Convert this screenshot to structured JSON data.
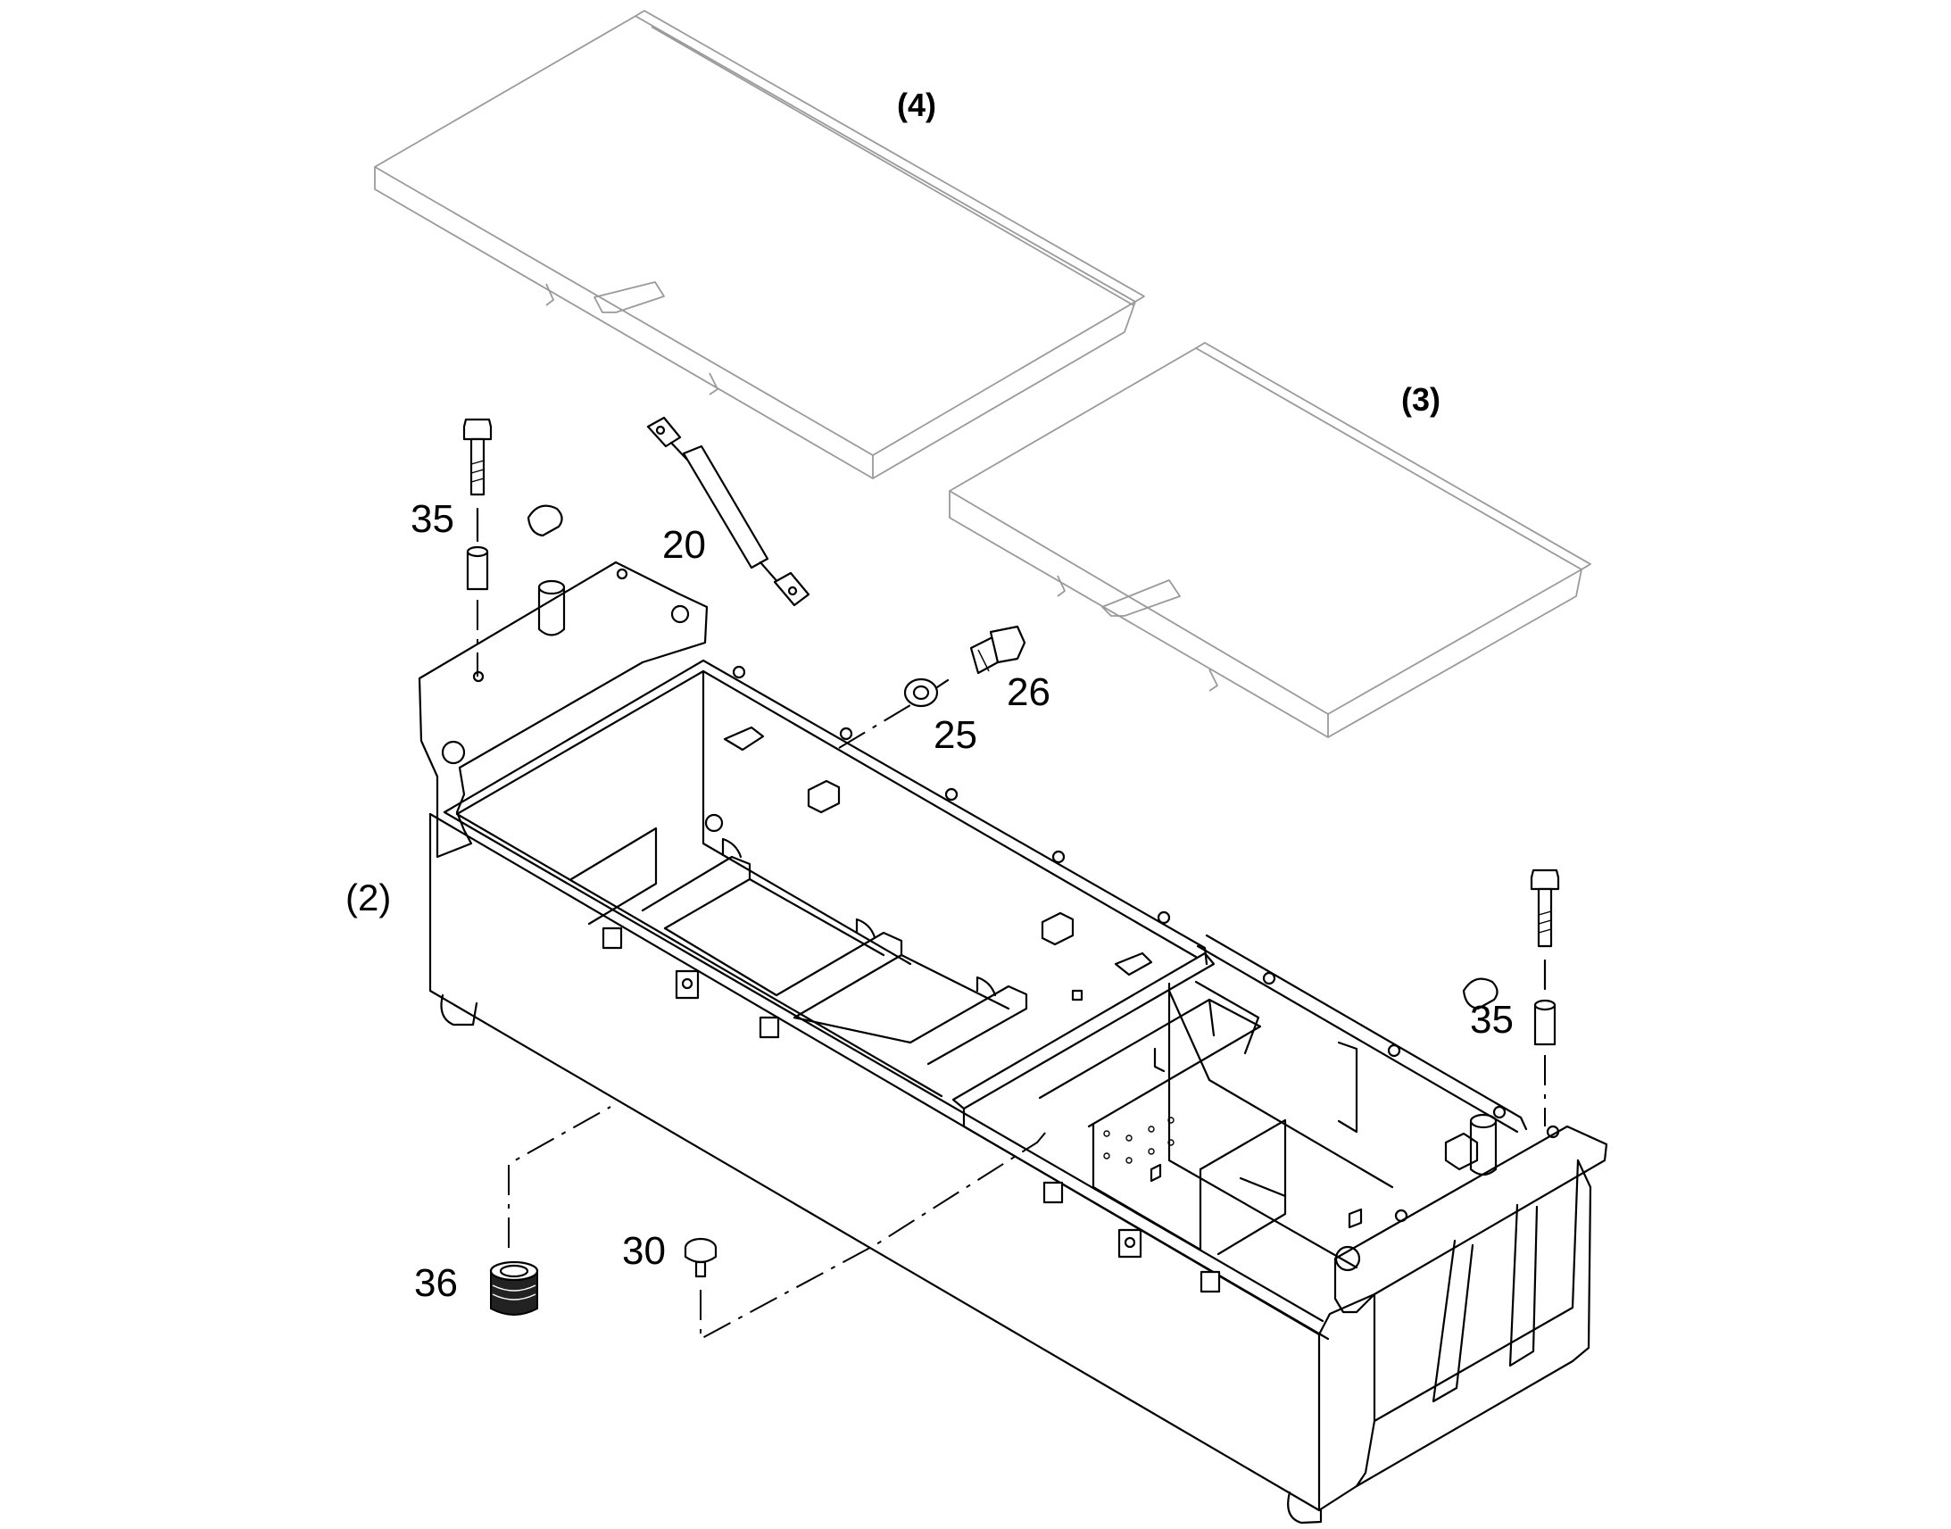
{
  "labels": {
    "lid_4": "(4)",
    "lid_3": "(3)",
    "box_2": "(2)",
    "bolt_left": "35",
    "bolt_right": "35",
    "strut": "20",
    "washer": "25",
    "plug": "26",
    "knob": "30",
    "drain": "36"
  }
}
